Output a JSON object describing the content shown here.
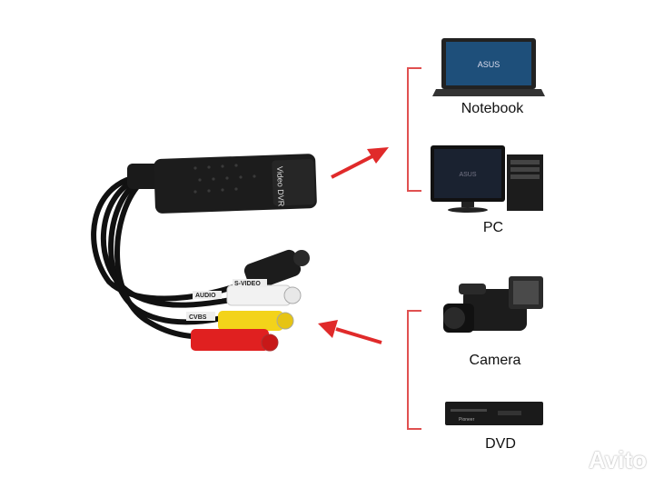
{
  "devices": [
    {
      "id": "notebook",
      "label": "Notebook",
      "screen_logo": "ASUS"
    },
    {
      "id": "pc",
      "label": "PC",
      "screen_logo": "ASUS"
    },
    {
      "id": "camera",
      "label": "Camera"
    },
    {
      "id": "dvd",
      "label": "DVD",
      "front_logo": "Pioneer"
    }
  ],
  "adapter": {
    "body_text": "Video DVR",
    "connector_labels": [
      "S-VIDEO",
      "AUDIO",
      "CVBS"
    ],
    "connector_colors": {
      "s_video": "#1a1a1a",
      "white": "#f2f2f2",
      "yellow": "#f3d31a",
      "red": "#e02020"
    }
  },
  "arrow_color": "#e02a2a",
  "bracket_color": "#e05050",
  "watermark": "Avito"
}
